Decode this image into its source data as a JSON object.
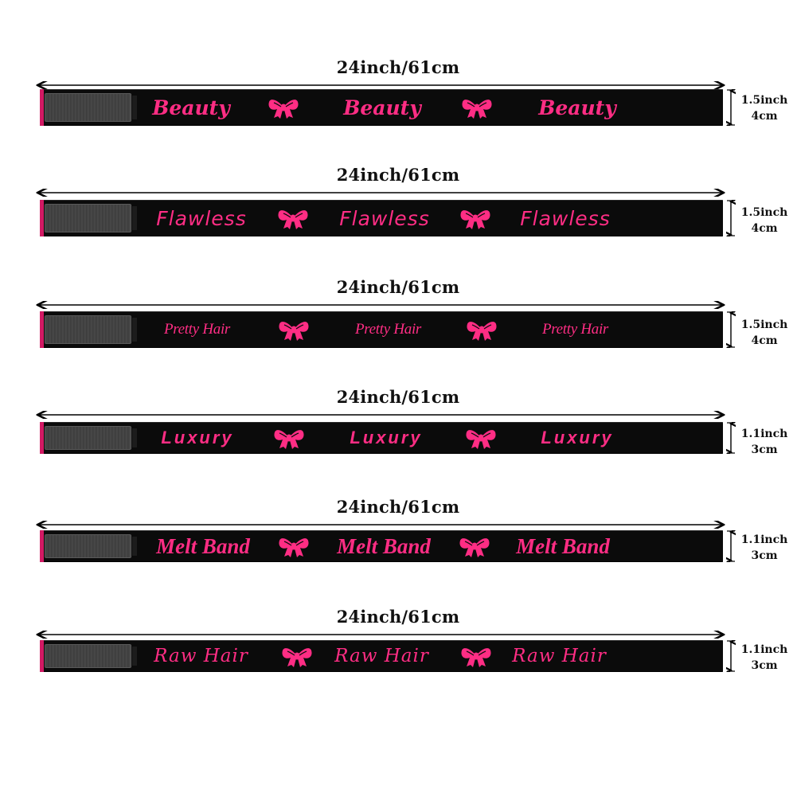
{
  "colors": {
    "strap": "#0b0b0b",
    "print": "#ff2d84",
    "tip": "#d31a64"
  },
  "icons": {
    "bow": "bow-icon",
    "arrow": "double-arrow-icon"
  },
  "bands": [
    {
      "length_label": "24inch/61cm",
      "word": "Beauty",
      "width_inch": "1.5inch",
      "width_cm": "4cm"
    },
    {
      "length_label": "24inch/61cm",
      "word": "Flawless",
      "width_inch": "1.5inch",
      "width_cm": "4cm"
    },
    {
      "length_label": "24inch/61cm",
      "word": "Pretty Hair",
      "width_inch": "1.5inch",
      "width_cm": "4cm"
    },
    {
      "length_label": "24inch/61cm",
      "word": "Luxury",
      "width_inch": "1.1inch",
      "width_cm": "3cm"
    },
    {
      "length_label": "24inch/61cm",
      "word": "Melt Band",
      "width_inch": "1.1inch",
      "width_cm": "3cm"
    },
    {
      "length_label": "24inch/61cm",
      "word": "Raw Hair",
      "width_inch": "1.1inch",
      "width_cm": "3cm"
    }
  ]
}
